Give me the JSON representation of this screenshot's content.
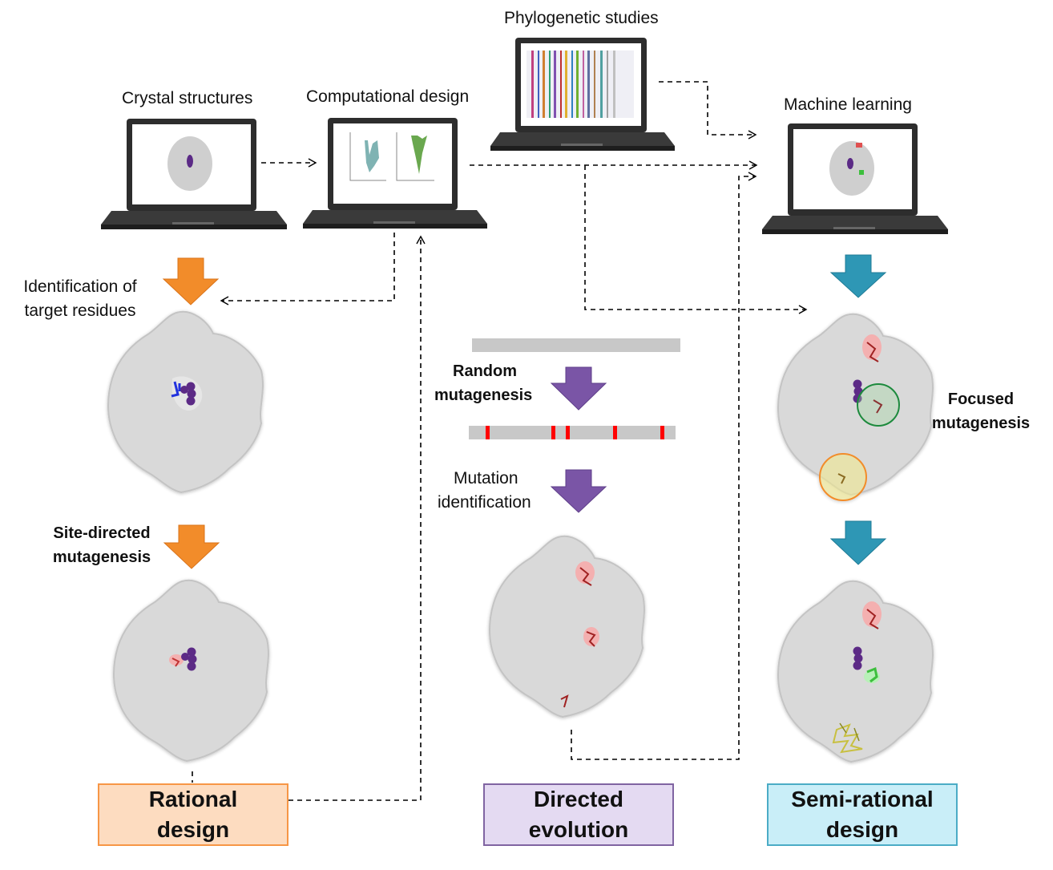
{
  "labels": {
    "crystal_structures": "Crystal structures",
    "computational_design": "Computational design",
    "phylogenetic_studies": "Phylogenetic studies",
    "machine_learning": "Machine learning",
    "identification_line1": "Identification of",
    "identification_line2": "target residues",
    "site_directed_line1": "Site-directed",
    "site_directed_line2": "mutagenesis",
    "random_line1": "Random",
    "random_line2": "mutagenesis",
    "mutation_line1": "Mutation",
    "mutation_line2": "identification",
    "focused_line1": "Focused",
    "focused_line2": "mutagenesis"
  },
  "boxes": {
    "rational": {
      "line1": "Rational",
      "line2": "design",
      "fill": "#fddcc0",
      "border": "#f79646"
    },
    "directed": {
      "line1": "Directed",
      "line2": "evolution",
      "fill": "#e4daf2",
      "border": "#8064a2"
    },
    "semi": {
      "line1": "Semi-rational",
      "line2": "design",
      "fill": "#c9eef8",
      "border": "#4bacc6"
    }
  },
  "colors": {
    "orange_arrow": "#f28c2a",
    "purple_arrow": "#7a55a6",
    "teal_arrow": "#2e97b5",
    "protein_surface": "#d9d9d9",
    "gene_bar": "#c8c8c8",
    "mutation_mark": "#ff0000",
    "ligand": "#5b2a86",
    "residue_blue": "#2233dd",
    "residue_red": "#e05050",
    "residue_green": "#3cbf3c",
    "residue_yellow": "#e8e060",
    "circle_green": "#1e8a3c",
    "circle_orange": "#f28c2a"
  },
  "icons": [
    "laptop-icon",
    "protein-structure-icon",
    "down-arrow-icon"
  ]
}
